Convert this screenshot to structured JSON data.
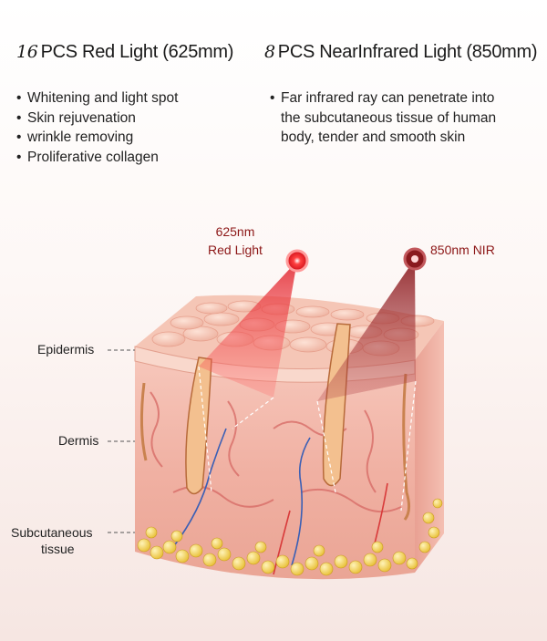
{
  "left_panel": {
    "count": "16",
    "title": "PCS Red Light (625mm)",
    "bullets": [
      "Whitening and light spot",
      "Skin rejuvenation",
      "wrinkle removing",
      "Proliferative collagen"
    ]
  },
  "right_panel": {
    "count": "8",
    "title": "PCS NearInfrared Light (850mm)",
    "bullets": [
      "Far infrared ray can penetrate into the subcutaneous tissue of human body, tender and smooth skin"
    ]
  },
  "light_sources": {
    "red_line1": "625nm",
    "red_line2": "Red Light",
    "nir": "850nm NIR"
  },
  "layers": {
    "epidermis": "Epidermis",
    "dermis": "Dermis",
    "subcutaneous_line1": "Subcutaneous",
    "subcutaneous_line2": "tissue"
  },
  "colors": {
    "red_light": "#e0202a",
    "nir_light": "#9b1d22",
    "skin": "#f2b7aa",
    "fat": "#f0cf4e"
  }
}
